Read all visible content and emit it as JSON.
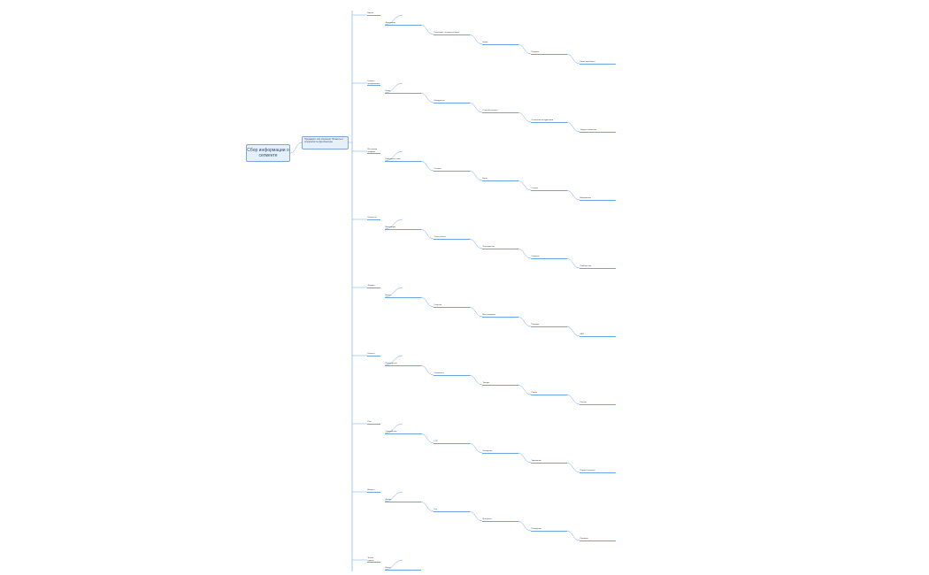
{
  "root": {
    "label": "Сбор информации о сегменте"
  },
  "sub": {
    "label": "Предварит-ное изучение: Бизнесы и специалисты фрилансеры"
  },
  "nodes": [
    "Бизнес",
    "Фрилансер",
    "Проблемы, которые решают",
    "Ниши",
    "Ресурсы",
    "Какие проблемы",
    "Каналы продвижения",
    "Цены",
    "Конкуренты",
    "Способы оплаты",
    "Особенности аудитории",
    "Запросы клиентов",
    "Источники трафика",
    "Ключевые слова",
    "Отзывы",
    "Боли",
    "Страхи",
    "Возражения",
    "Ценности",
    "Мотивация",
    "Опыт работы",
    "Инструменты",
    "Сервисы",
    "Сообщества",
    "Форумы",
    "Блоги",
    "Соцсети",
    "Мессенджеры",
    "Реклама",
    "SEO",
    "Контент",
    "Партнерства",
    "Сезонность",
    "Тренды",
    "Рынок",
    "Объем",
    "Рост",
    "Средний чек",
    "LTV",
    "Конверсия",
    "Удержание",
    "Портрет клиента",
    "Возраст",
    "Доход",
    "Гео",
    "Интересы",
    "Поведение",
    "Решения",
    "Этапы сделки",
    "Итоги"
  ]
}
